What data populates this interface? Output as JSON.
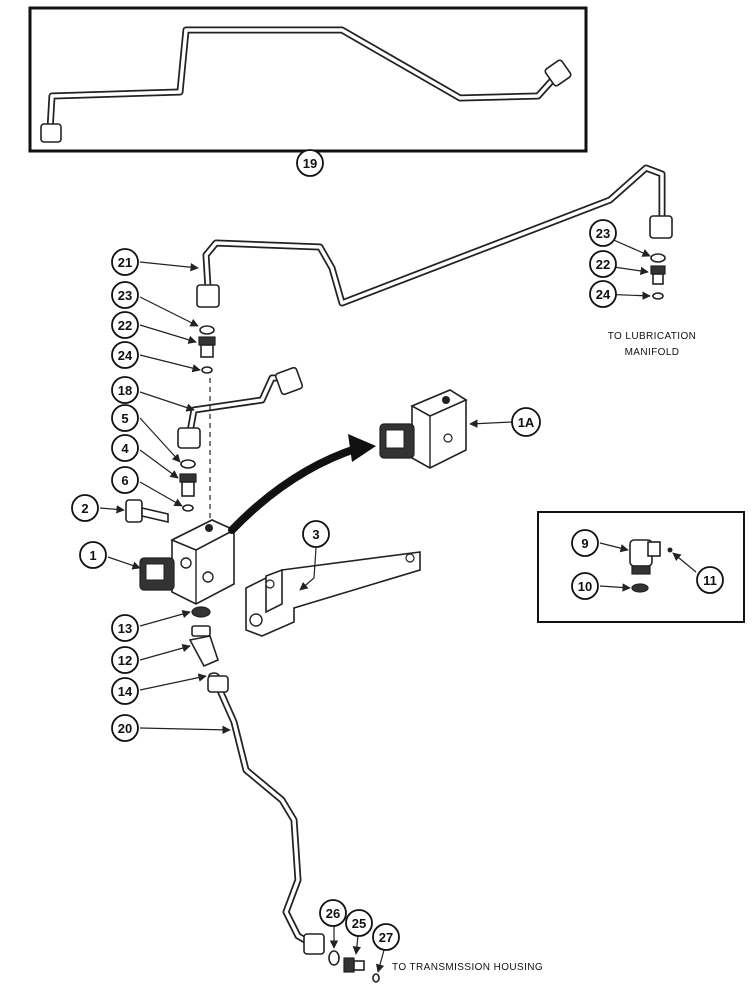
{
  "callouts": {
    "c19": "19",
    "c21": "21",
    "c23a": "23",
    "c22a": "22",
    "c24a": "24",
    "c23b": "23",
    "c22b": "22",
    "c24b": "24",
    "c18": "18",
    "c5": "5",
    "c4": "4",
    "c6": "6",
    "c2": "2",
    "c1": "1",
    "c1A": "1A",
    "c3": "3",
    "c13": "13",
    "c12": "12",
    "c14": "14",
    "c20": "20",
    "c9": "9",
    "c10": "10",
    "c11": "11",
    "c26": "26",
    "c25": "25",
    "c27": "27"
  },
  "notes": {
    "lubrication_line1": "TO LUBRICATION",
    "lubrication_line2": "MANIFOLD",
    "transmission": "TO TRANSMISSION HOUSING"
  }
}
